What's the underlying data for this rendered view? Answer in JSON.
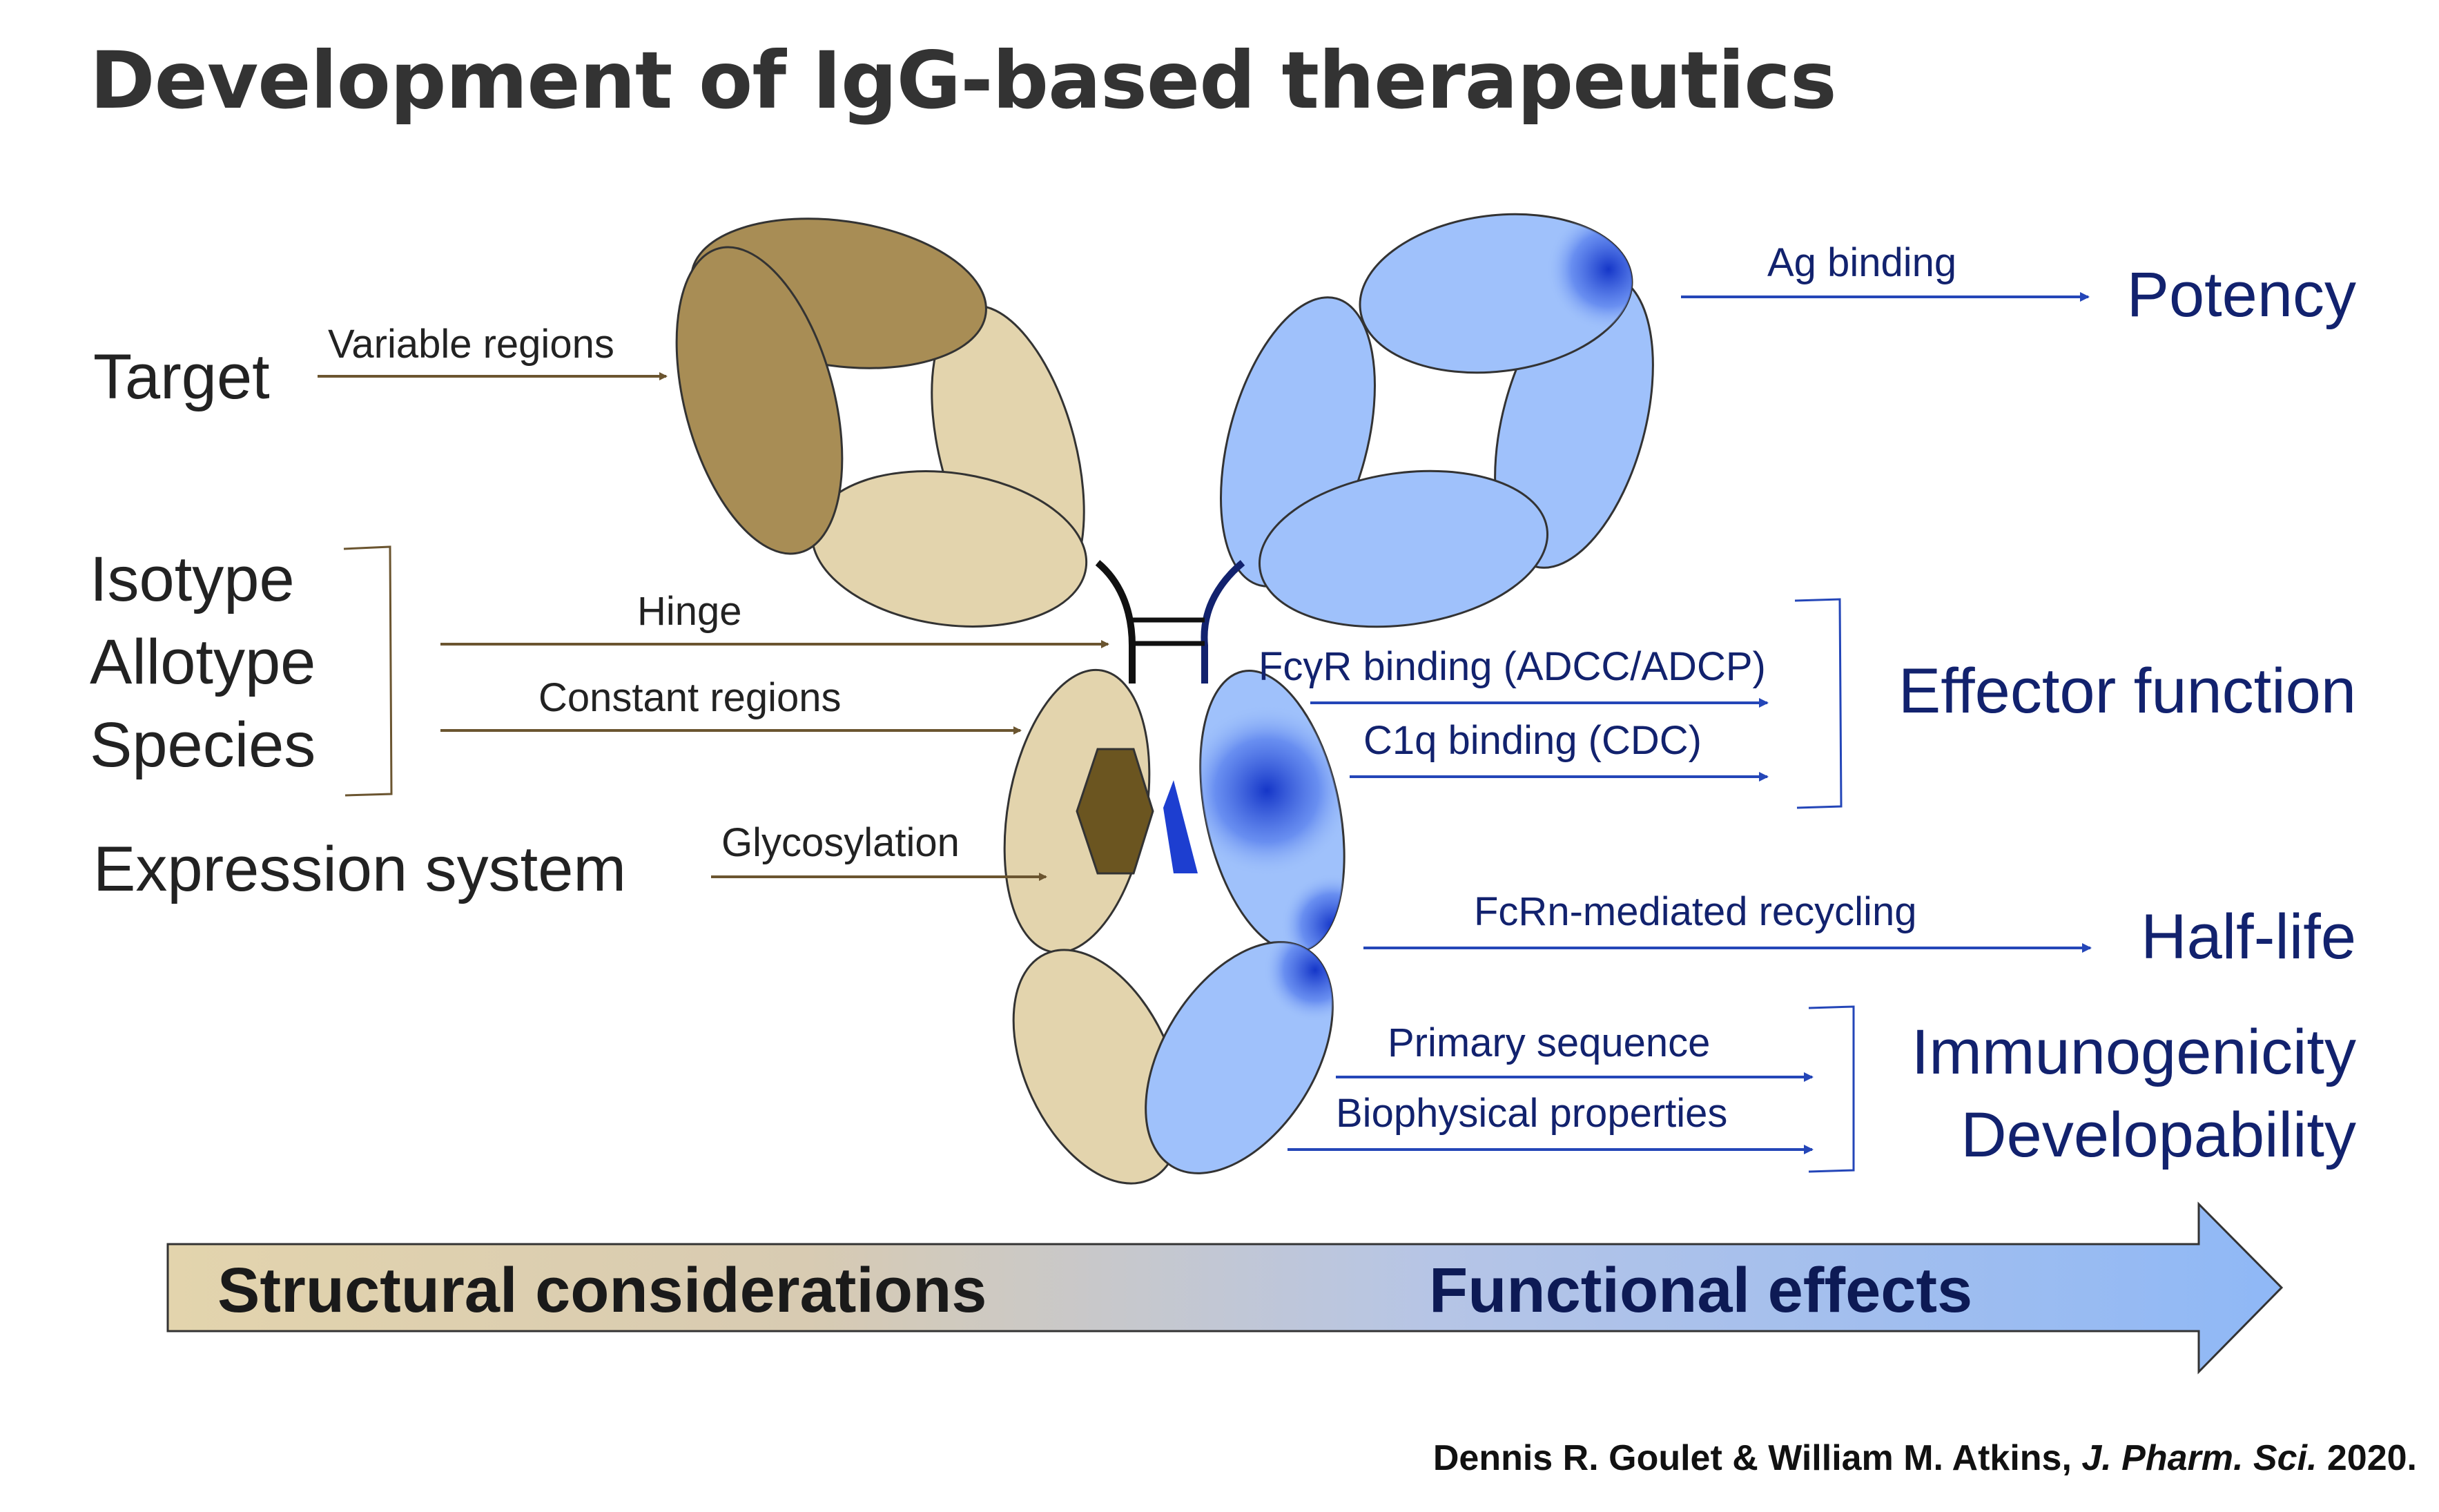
{
  "title": "Development of IgG-based therapeutics",
  "citation": {
    "authors": "Dennis R. Goulet & William M. Atkins",
    "journal": "J. Pharm. Sci.",
    "year": "2020."
  },
  "left_labels": {
    "target": "Target",
    "isotype": "Isotype",
    "allotype": "Allotype",
    "species": "Species",
    "expression_system": "Expression system"
  },
  "left_arrows": {
    "variable_regions": "Variable regions",
    "hinge": "Hinge",
    "constant_regions": "Constant regions",
    "glycosylation": "Glycosylation"
  },
  "right_arrows": {
    "ag_binding": "Ag binding",
    "fcgr_binding": "FcγR binding (ADCC/ADCP)",
    "c1q_binding": "C1q binding (CDC)",
    "fcrn_recycling": "FcRn-mediated recycling",
    "primary_sequence": "Primary sequence",
    "biophysical_properties": "Biophysical properties"
  },
  "right_labels": {
    "potency": "Potency",
    "effector_function": "Effector function",
    "half_life": "Half-life",
    "immunogenicity": "Immunogenicity",
    "developability": "Developability"
  },
  "bottom_arrow": {
    "left_text": "Structural considerations",
    "right_text": "Functional effects"
  },
  "colors": {
    "left_dark": "#a88d55",
    "left_light": "#e3d4ad",
    "left_arrow": "#6b5530",
    "right_blue": "#9fc1fb",
    "right_dark": "#1536c8",
    "right_arrow": "#2446b8",
    "glycan": "#6b5520"
  }
}
